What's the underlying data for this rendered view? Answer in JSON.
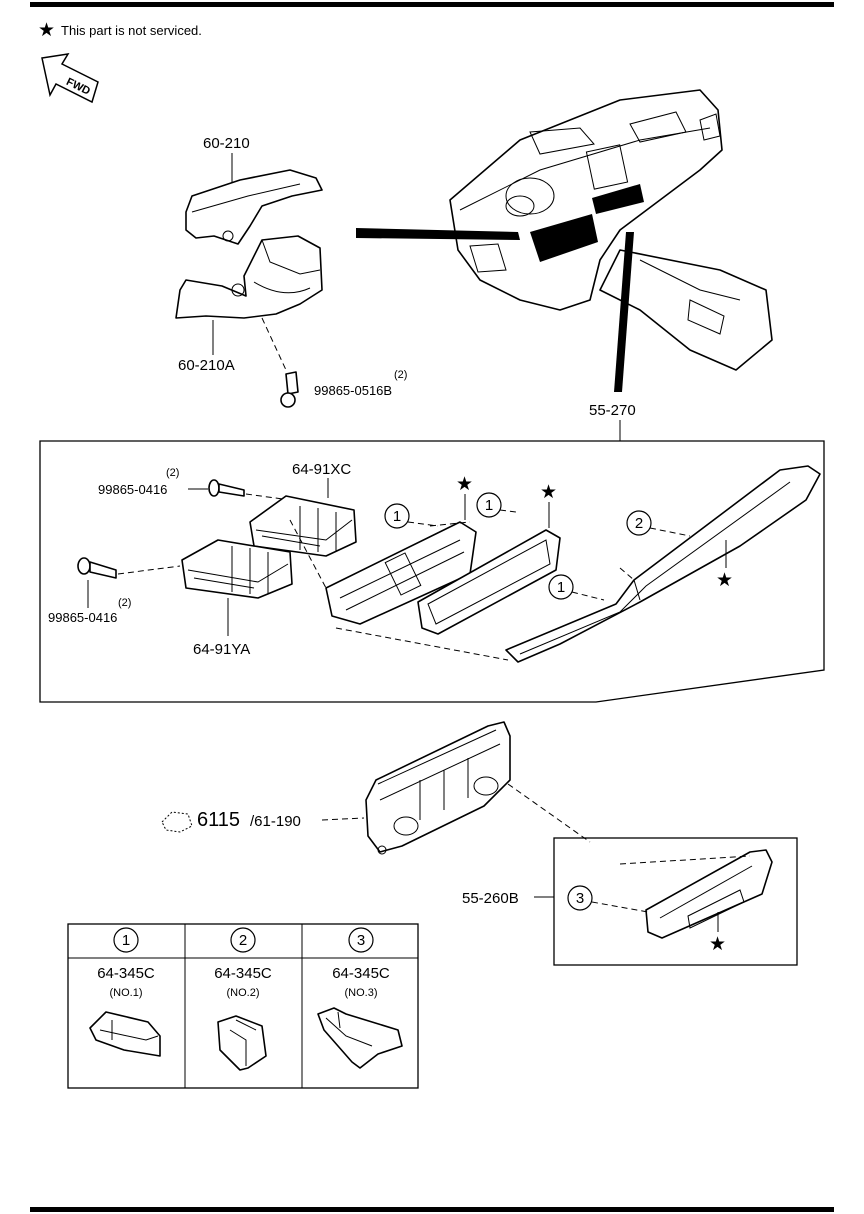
{
  "notice": {
    "star_symbol": "★",
    "text": "This part is not serviced."
  },
  "fwd_arrow": {
    "label": "FWD"
  },
  "parts": {
    "steering_column_cover_upper": "60-210",
    "steering_column_cover_lower": "60-210A",
    "column_cover_screw": {
      "number": "99865-0516B",
      "qty": "(2)"
    },
    "dashboard_panel_assy": "55-270",
    "vent_screw_upper": {
      "number": "99865-0416",
      "qty": "(2)"
    },
    "vent_screw_lower": {
      "number": "99865-0416",
      "qty": "(2)"
    },
    "vent_right": "64-91XC",
    "vent_left": "64-91YA",
    "climate_control_ref": {
      "main": "6115",
      "sub": "/61-190"
    },
    "control_panel_bezel": "55-260B"
  },
  "callouts": {
    "c1": "1",
    "c2": "2",
    "c3": "3"
  },
  "clip_table": {
    "columns": [
      {
        "index": "1",
        "part": "64-345C",
        "note": "(NO.1)"
      },
      {
        "index": "2",
        "part": "64-345C",
        "note": "(NO.2)"
      },
      {
        "index": "3",
        "part": "64-345C",
        "note": "(NO.3)"
      }
    ]
  }
}
